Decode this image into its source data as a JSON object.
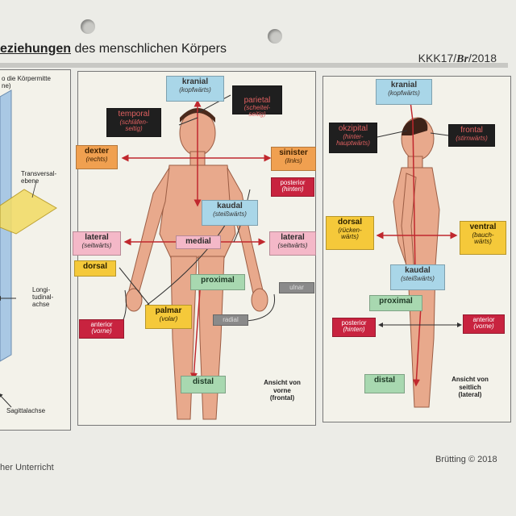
{
  "header": {
    "title_bold": "eziehungen",
    "title_rest": "des menschlichen Körpers",
    "code_prefix": "KKK17/",
    "code_initials": "Br",
    "code_suffix": "/2018"
  },
  "left_panel": {
    "top_text": "o die Körpermitte\nne)",
    "transversal": "Transversal-\nebene",
    "longitudinal": "Longi-\ntudinal-\nachse",
    "sagittal": "Sagittalachse"
  },
  "front": {
    "kranial": {
      "main": "kranial",
      "sub": "(kopfwärts)"
    },
    "parietal": {
      "main": "parietal",
      "sub": "(scheitel-\nseitig)"
    },
    "temporal": {
      "main": "temporal",
      "sub": "(schläfen-\nseitig)"
    },
    "dexter": {
      "main": "dexter",
      "sub": "(rechts)"
    },
    "sinister": {
      "main": "sinister",
      "sub": "(links)"
    },
    "posterior": {
      "main": "posterior",
      "sub": "(hinten)"
    },
    "kaudal": {
      "main": "kaudal",
      "sub": "(steißwärts)"
    },
    "lateral_left": {
      "main": "lateral",
      "sub": "(seitwärts)"
    },
    "medial": {
      "main": "medial"
    },
    "lateral_right": {
      "main": "lateral",
      "sub": "(seitwärts)"
    },
    "dorsal": {
      "main": "dorsal"
    },
    "proximal": {
      "main": "proximal"
    },
    "ulnar": {
      "main": "ulnar"
    },
    "anterior": {
      "main": "anterior",
      "sub": "(vorne)"
    },
    "palmar": {
      "main": "palmar",
      "sub": "(volar)"
    },
    "radial": {
      "main": "radial"
    },
    "distal": {
      "main": "distal"
    },
    "view": "Ansicht von\nvorne\n(frontal)"
  },
  "side": {
    "kranial": {
      "main": "kranial",
      "sub": "(kopfwärts)"
    },
    "okzipital": {
      "main": "okzipital",
      "sub": "(hinter-\nhauptwärts)"
    },
    "frontal": {
      "main": "frontal",
      "sub": "(stirnwärts)"
    },
    "dorsal": {
      "main": "dorsal",
      "sub": "(rücken-\nwärts)"
    },
    "ventral": {
      "main": "ventral",
      "sub": "(bauch-\nwärts)"
    },
    "kaudal": {
      "main": "kaudal",
      "sub": "(steißwärts)"
    },
    "proximal": {
      "main": "proximal"
    },
    "posterior": {
      "main": "posterior",
      "sub": "(hinten)"
    },
    "anterior": {
      "main": "anterior",
      "sub": "(vorne)"
    },
    "distal": {
      "main": "distal"
    },
    "view": "Ansicht von\nseitlich\n(lateral)"
  },
  "footer": {
    "left": "her Unterricht",
    "right": "Brütting © 2018"
  },
  "colors": {
    "label_blue": "#a9d6e8",
    "label_black": "#1f1f1f",
    "label_orange": "#f0a050",
    "label_pink": "#f4b8c8",
    "label_yellow": "#f5c93a",
    "label_green": "#a8d8b0",
    "label_crimson": "#c8233f",
    "arrow_red": "#c0282e",
    "skin": "#e8a98c"
  }
}
